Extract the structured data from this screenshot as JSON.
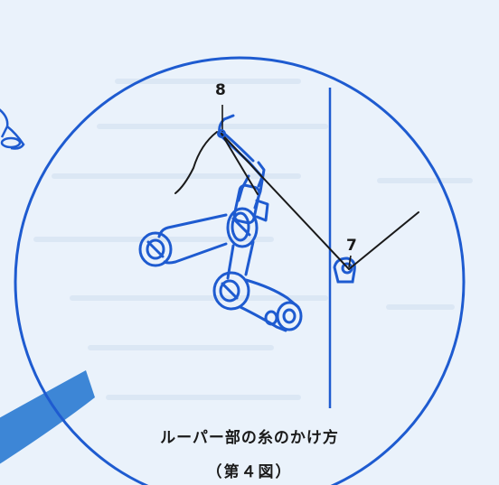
{
  "labels": {
    "part_8": "8",
    "part_7": "7"
  },
  "caption": "ルーパー部の糸のかけ方",
  "figure_number": "（第４図）",
  "colors": {
    "outline_blue": "#1e5bd0",
    "accent_blue": "#3d86d6",
    "thread_black": "#1a1a1a",
    "background": "#eaf2fb"
  }
}
